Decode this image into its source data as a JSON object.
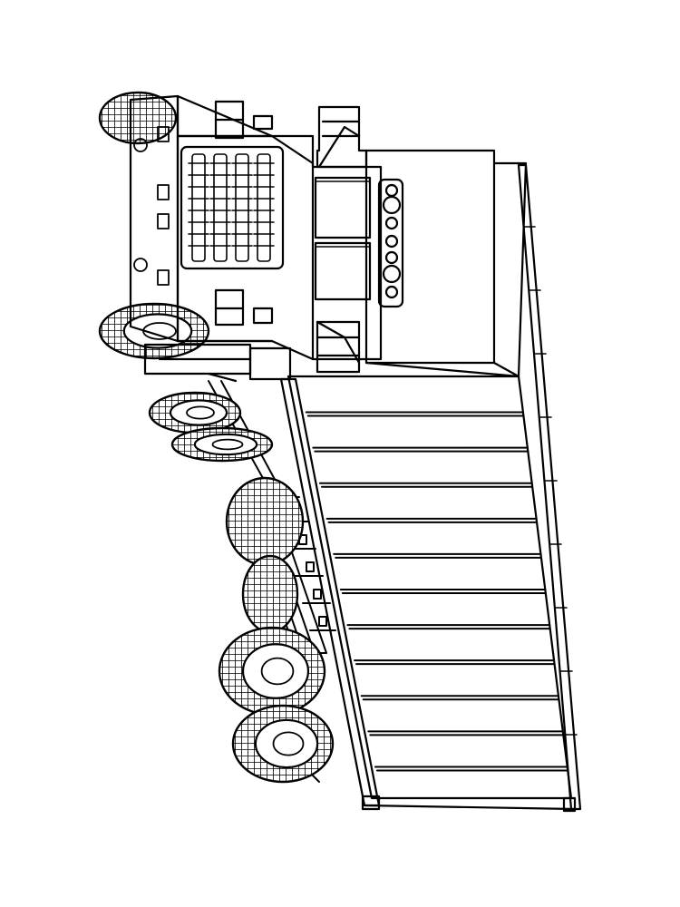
{
  "image": {
    "subject": "truck-line-art",
    "background": "#ffffff",
    "stroke": "#000000",
    "trailer_slats": 11,
    "tire_tread": "checkered"
  }
}
